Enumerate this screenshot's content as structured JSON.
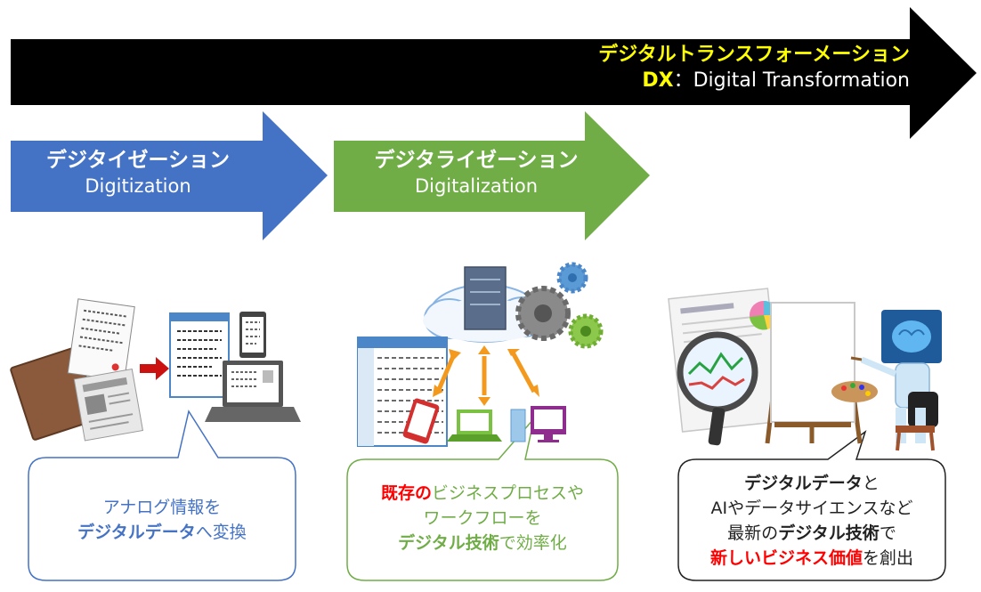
{
  "arrows": {
    "dx": {
      "title": "デジタルトランスフォーメーション",
      "abbr": "DX",
      "separator": "：",
      "subtitle": "Digital Transformation",
      "color": "#000000",
      "title_color": "#ffff00"
    },
    "digitization": {
      "title": "デジタイゼーション",
      "subtitle": "Digitization",
      "color": "#4472c4"
    },
    "digitalization": {
      "title": "デジタライゼーション",
      "subtitle": "Digitalization",
      "color": "#70ad47"
    }
  },
  "bubbles": {
    "digitization": {
      "line1": "アナログ情報を",
      "line2_bold": "デジタルデータ",
      "line2_rest": "へ変換"
    },
    "digitalization": {
      "l1_red": "既存の",
      "l1_rest": "ビジネスプロセスや",
      "line2": "ワークフローを",
      "l3_bold": "デジタル技術",
      "l3_rest": "で効率化"
    },
    "dx": {
      "l1_bold": "デジタルデータ",
      "l1_rest": "と",
      "line2": "AIやデータサイエンスなど",
      "l3_a": "最新の",
      "l3_bold": "デジタル技術",
      "l3_b": "で",
      "l4_red": "新しいビジネス価値",
      "l4_rest": "を創出"
    }
  },
  "colors": {
    "accent_red": "#ff0000",
    "blue_text": "#4472c4",
    "green_text": "#70ad47"
  }
}
